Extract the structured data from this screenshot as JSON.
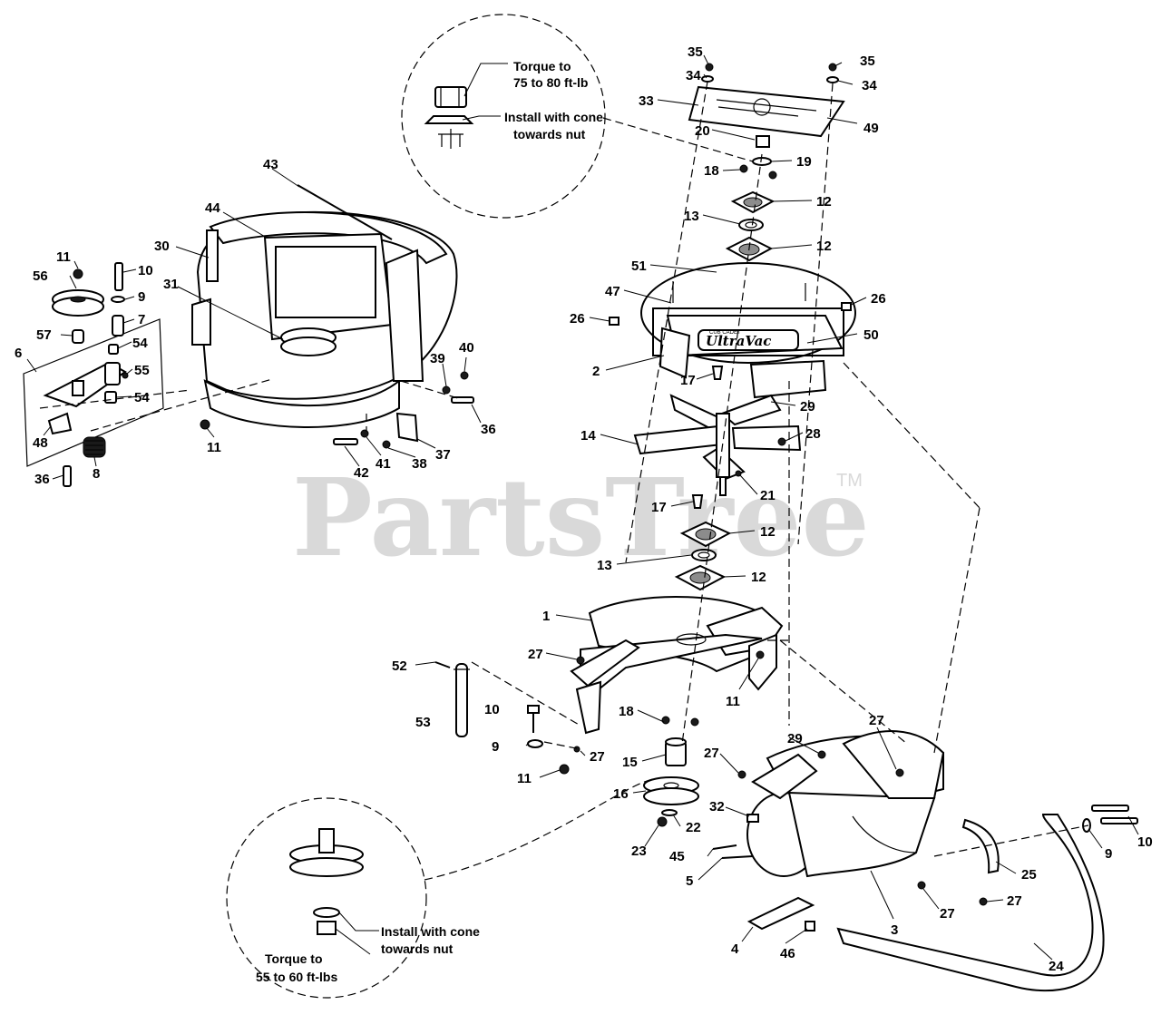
{
  "watermark": {
    "text": "PartsTree",
    "trademark": "TM"
  },
  "brand": {
    "large": "UltraVac",
    "small": "CUB CADET"
  },
  "notes": {
    "top_torque_1": "Torque to",
    "top_torque_2": "75 to 80 ft-lb",
    "top_install_1": "Install with cone",
    "top_install_2": "towards nut",
    "bottom_install_1": "Install with cone",
    "bottom_install_2": "towards nut",
    "bottom_torque_1": "Torque to",
    "bottom_torque_2": "55 to 60 ft-lbs"
  },
  "callouts": [
    "35",
    "34",
    "33",
    "35",
    "34",
    "49",
    "20",
    "19",
    "18",
    "12",
    "13",
    "12",
    "51",
    "47",
    "26",
    "26",
    "50",
    "2",
    "17",
    "29",
    "14",
    "28",
    "17",
    "21",
    "12",
    "13",
    "12",
    "1",
    "27",
    "11",
    "52",
    "53",
    "10",
    "9",
    "18",
    "27",
    "11",
    "15",
    "16",
    "22",
    "23",
    "32",
    "27",
    "29",
    "27",
    "45",
    "5",
    "4",
    "46",
    "3",
    "27",
    "25",
    "27",
    "9",
    "10",
    "24",
    "43",
    "44",
    "30",
    "31",
    "39",
    "40",
    "36",
    "11",
    "37",
    "38",
    "41",
    "42",
    "11",
    "10",
    "56",
    "9",
    "7",
    "57",
    "54",
    "55",
    "54",
    "6",
    "48",
    "8",
    "36"
  ]
}
